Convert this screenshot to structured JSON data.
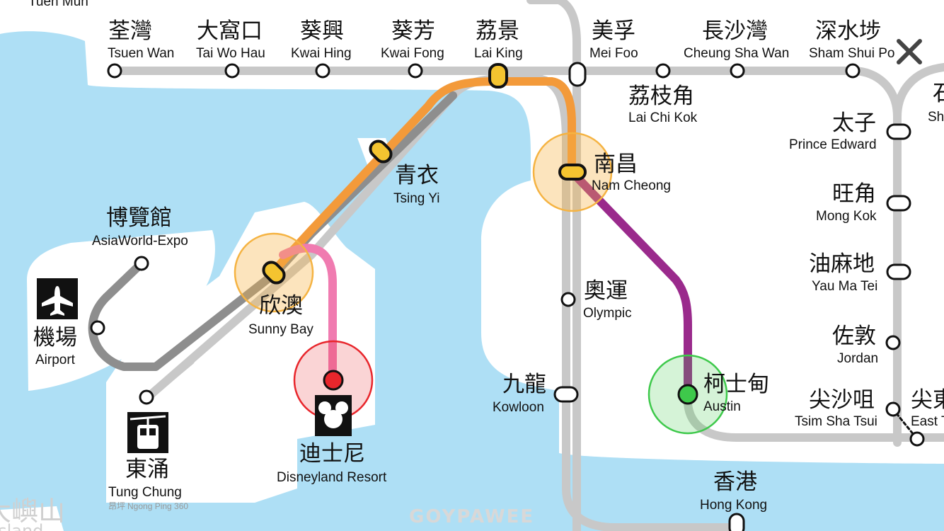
{
  "colors": {
    "water": "#aedff5",
    "land": "#ffffff",
    "line_grey": "#c8c8c8",
    "airport_line": "#8e8e8e",
    "tung_chung_line": "#f39a3a",
    "disneyland_line": "#f07bb0",
    "tuen_ma_line": "#9a2a8c",
    "highlight_orange": "#f5b342",
    "highlight_red": "#e8262c",
    "highlight_green": "#3ec94b"
  },
  "stations": {
    "tuen_mun": {
      "en": "Tuen Mun"
    },
    "tsuen_wan": {
      "zh": "荃灣",
      "en": "Tsuen Wan"
    },
    "tai_wo_hau": {
      "zh": "大窩口",
      "en": "Tai Wo Hau"
    },
    "kwai_hing": {
      "zh": "葵興",
      "en": "Kwai Hing"
    },
    "kwai_fong": {
      "zh": "葵芳",
      "en": "Kwai Fong"
    },
    "lai_king": {
      "zh": "荔景",
      "en": "Lai King"
    },
    "mei_foo": {
      "zh": "美孚",
      "en": "Mei Foo"
    },
    "cheung_sha_wan": {
      "zh": "長沙灣",
      "en": "Cheung Sha Wan"
    },
    "sham_shui_po": {
      "zh": "深水埗",
      "en": "Sham Shui Po"
    },
    "lai_chi_kok": {
      "zh": "荔枝角",
      "en": "Lai Chi Kok"
    },
    "tsing_yi": {
      "zh": "青衣",
      "en": "Tsing Yi"
    },
    "nam_cheong": {
      "zh": "南昌",
      "en": "Nam Cheong"
    },
    "prince_edward": {
      "zh": "太子",
      "en": "Prince Edward"
    },
    "mong_kok": {
      "zh": "旺角",
      "en": "Mong Kok"
    },
    "yau_ma_tei": {
      "zh": "油麻地",
      "en": "Yau Ma Tei"
    },
    "jordan": {
      "zh": "佐敦",
      "en": "Jordan"
    },
    "tsim_sha_tsui": {
      "zh": "尖沙咀",
      "en": "Tsim Sha Tsui"
    },
    "east_tst": {
      "zh": "尖東",
      "en": "East T"
    },
    "asiaworld_expo": {
      "zh": "博覽館",
      "en": "AsiaWorld-Expo"
    },
    "airport": {
      "zh": "機場",
      "en": "Airport"
    },
    "sunny_bay": {
      "zh": "欣澳",
      "en": "Sunny Bay"
    },
    "tung_chung": {
      "zh": "東涌",
      "en": "Tung Chung",
      "sub_zh": "昂坪",
      "sub_en": "Ngong Ping 360"
    },
    "disneyland": {
      "zh": "迪士尼",
      "en": "Disneyland Resort"
    },
    "olympic": {
      "zh": "奧運",
      "en": "Olympic"
    },
    "kowloon": {
      "zh": "九龍",
      "en": "Kowloon"
    },
    "austin": {
      "zh": "柯士甸",
      "en": "Austin"
    },
    "hong_kong": {
      "zh": "香港",
      "en": "Hong Kong"
    }
  },
  "cut_off_text": {
    "right_edge_zh": "石",
    "right_edge_en": "Sh",
    "bottom_left_zh": "大嶼山",
    "bottom_left_en": "Island"
  },
  "watermark": "GOYPAWEE",
  "icons": {
    "airport": "airplane-icon",
    "tung_chung": "cable-car-icon",
    "disneyland": "mickey-icon",
    "close": "close-icon"
  }
}
